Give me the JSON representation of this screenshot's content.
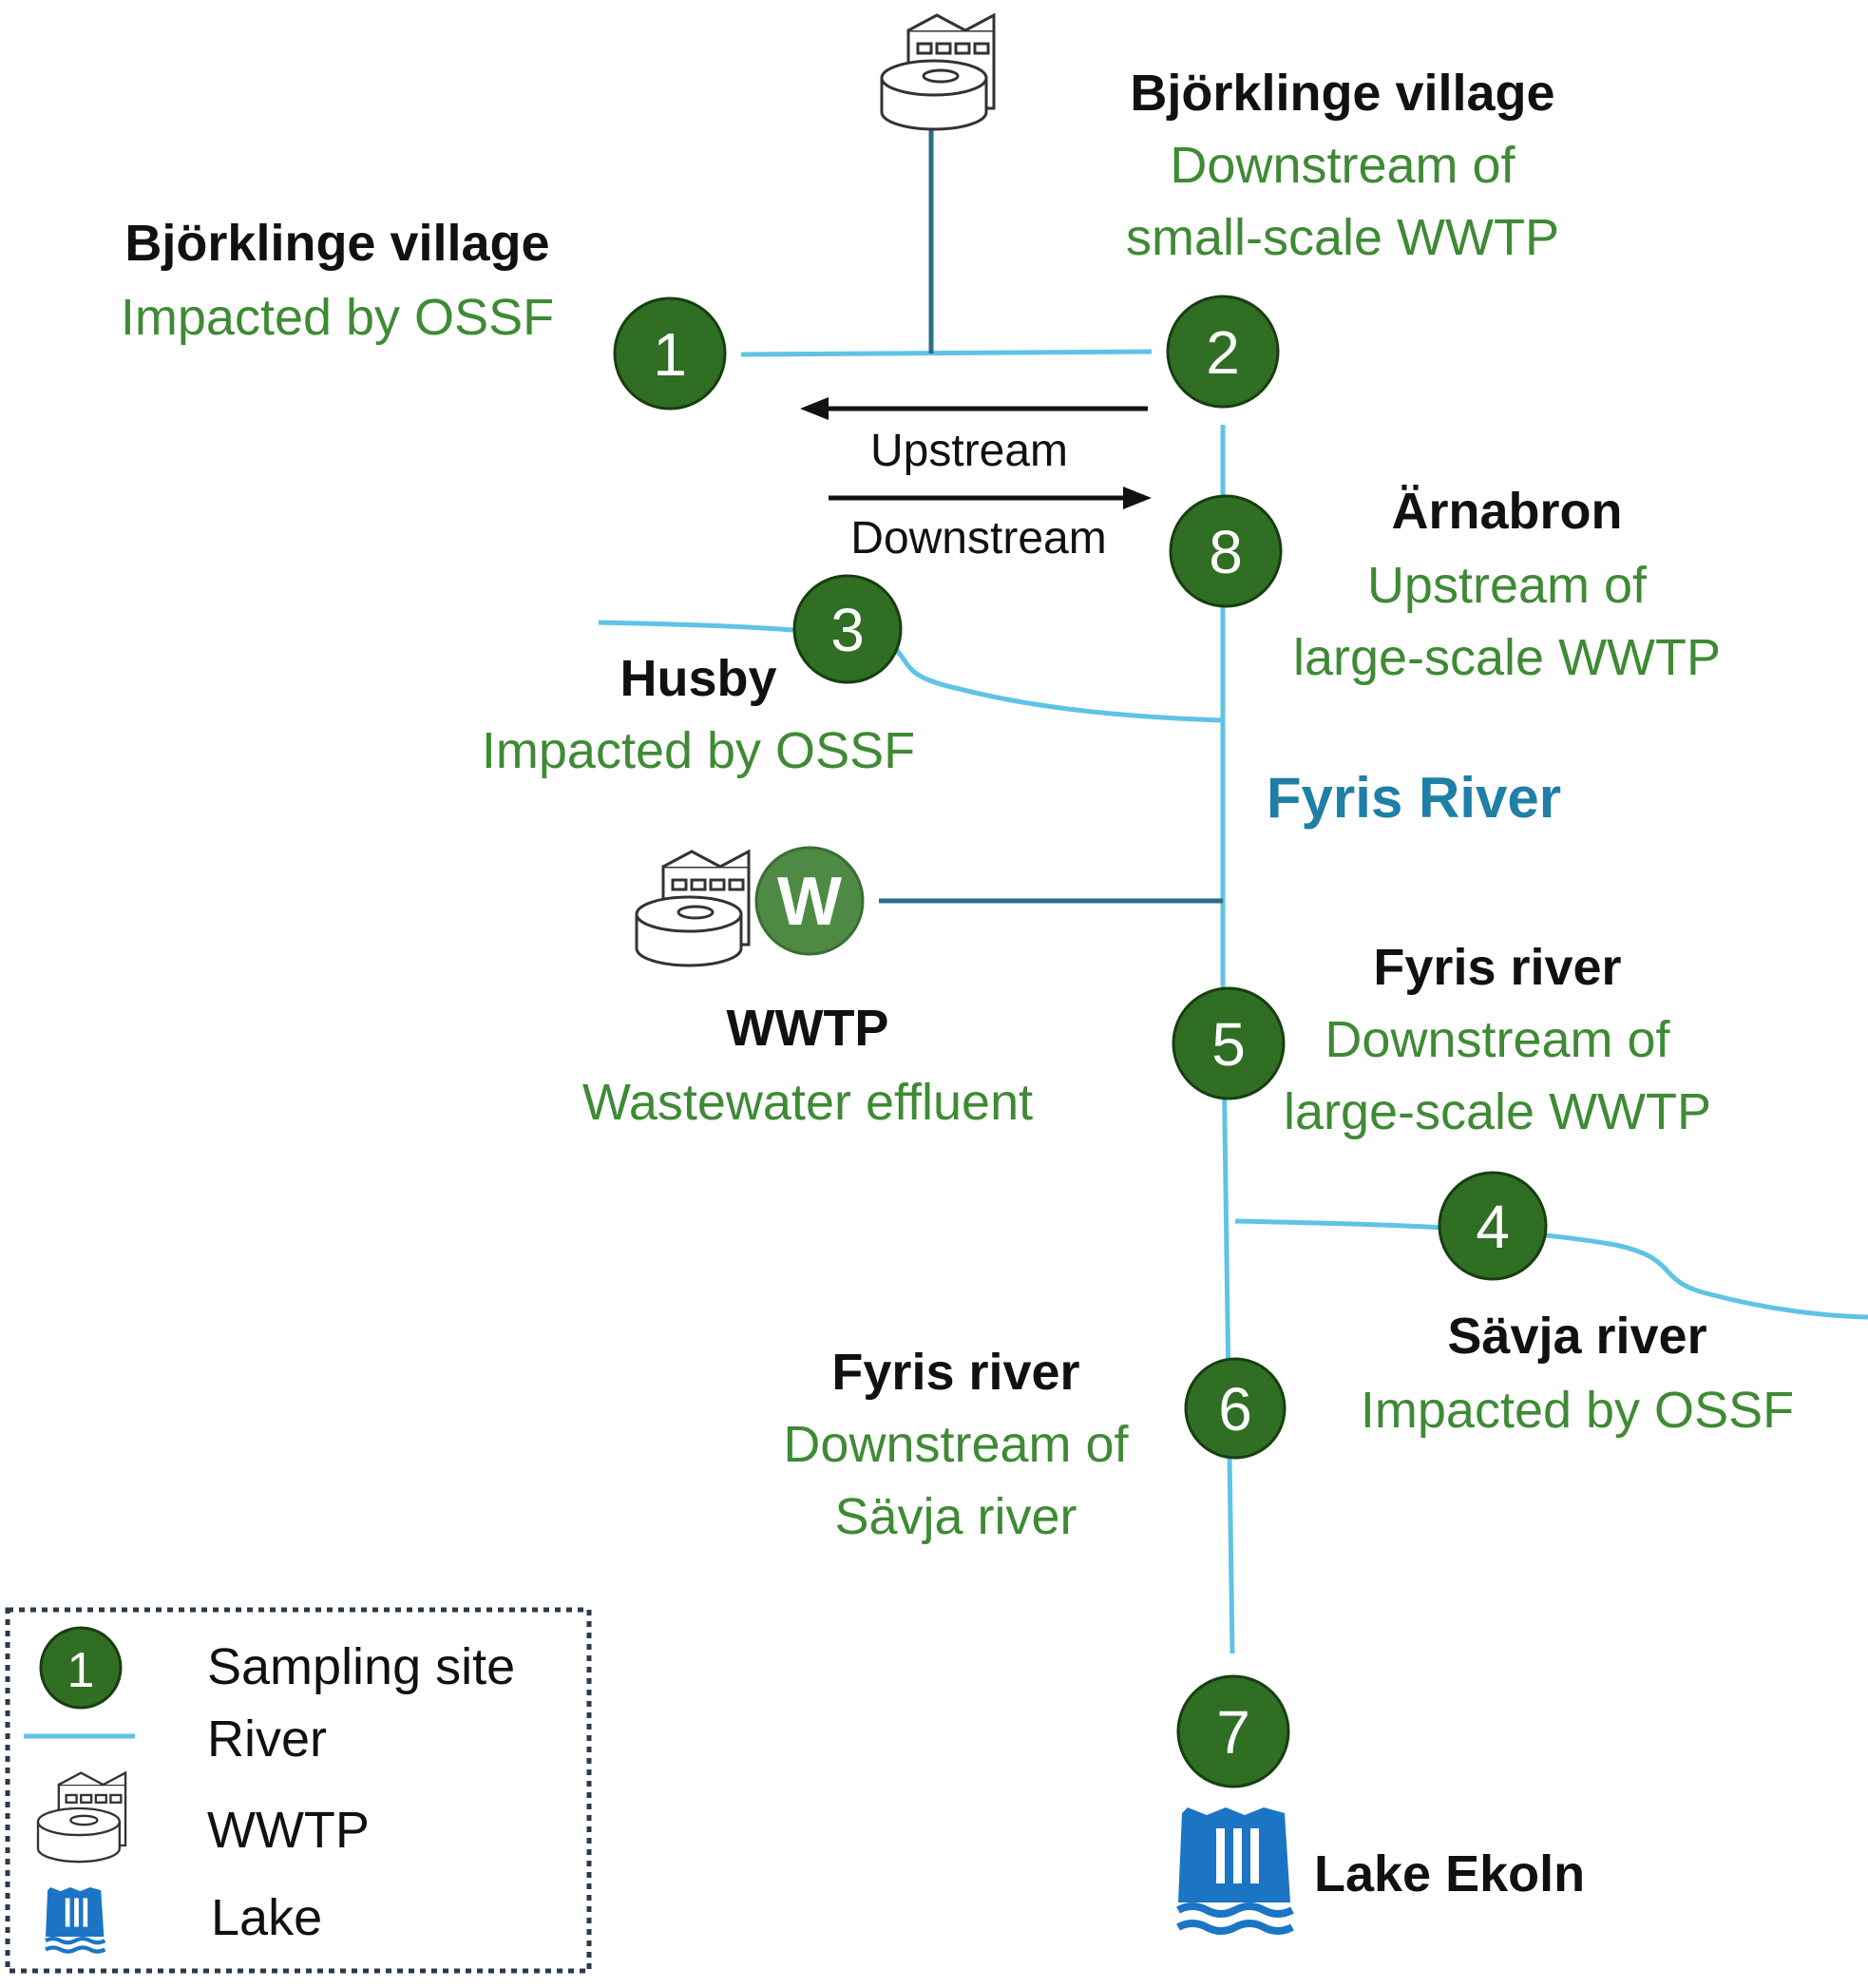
{
  "sites": [
    {
      "id": "1",
      "name": "Björklinge village",
      "desc": [
        "Impacted by OSSF"
      ]
    },
    {
      "id": "2",
      "name": "Björklinge village",
      "desc": [
        "Downstream of",
        "small-scale WWTP"
      ]
    },
    {
      "id": "8",
      "name": "Ärnabron",
      "desc": [
        "Upstream of",
        "large-scale WWTP"
      ]
    },
    {
      "id": "3",
      "name": "Husby",
      "desc": [
        "Impacted by OSSF"
      ]
    },
    {
      "id": "W",
      "name": "WWTP",
      "desc": [
        "Wastewater effluent"
      ]
    },
    {
      "id": "5",
      "name": "Fyris river",
      "desc": [
        "Downstream of",
        "large-scale WWTP"
      ]
    },
    {
      "id": "4",
      "name": "Sävja river",
      "desc": [
        "Impacted by OSSF"
      ]
    },
    {
      "id": "6",
      "name": "Fyris river",
      "desc": [
        "Downstream of",
        "Sävja river"
      ]
    },
    {
      "id": "7",
      "name": "Lake Ekoln",
      "desc": []
    }
  ],
  "river_label": "Fyris River",
  "directions": {
    "upstream": "Upstream",
    "downstream": "Downstream"
  },
  "legend": {
    "sample_number": "1",
    "items": [
      "Sampling site",
      "River",
      "WWTP",
      "Lake"
    ]
  },
  "colors": {
    "site_fill": "#2f6e23",
    "wwtp_site_fill": "#4f8a45",
    "river": "#5fc3e4",
    "pipe": "#2a6d8a",
    "desc_text": "#3f8a35",
    "river_label": "#1f7fa6",
    "lake_icon": "#1b75c4"
  },
  "icons": [
    "wwtp-icon",
    "lake-icon",
    "arrow-left-icon",
    "arrow-right-icon"
  ]
}
